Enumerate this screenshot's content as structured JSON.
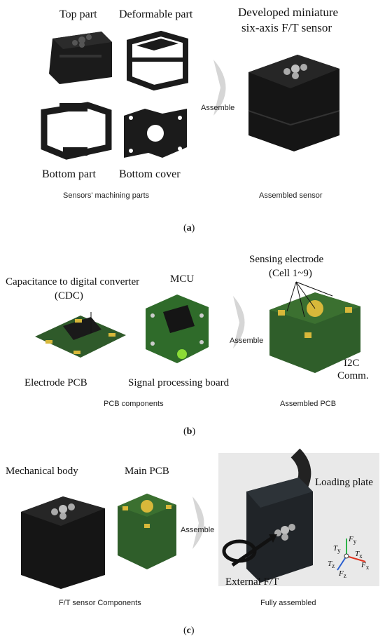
{
  "panel_a": {
    "labels": {
      "top_part": "Top part",
      "deformable_part": "Deformable part",
      "developed_title_line1": "Developed miniature",
      "developed_title_line2": "six-axis F/T sensor",
      "assemble": "Assemble",
      "bottom_part": "Bottom part",
      "bottom_cover": "Bottom cover",
      "machining_parts": "Sensors' machining parts",
      "assembled_sensor": "Assembled sensor"
    },
    "caption_open": "(",
    "caption_letter": "a",
    "caption_close": ")"
  },
  "panel_b": {
    "labels": {
      "cdc_line1": "Capacitance to digital converter",
      "cdc_line2": "(CDC)",
      "mcu": "MCU",
      "sensing_line1": "Sensing electrode",
      "sensing_line2": "(Cell 1~9)",
      "assemble": "Assemble",
      "electrode_pcb": "Electrode PCB",
      "signal_board": "Signal processing board",
      "i2c_line1": "I2C",
      "i2c_line2": "Comm.",
      "pcb_components": "PCB components",
      "assembled_pcb": "Assembled PCB"
    },
    "caption_open": "(",
    "caption_letter": "b",
    "caption_close": ")"
  },
  "panel_c": {
    "labels": {
      "mechanical_body": "Mechanical body",
      "main_pcb": "Main PCB",
      "loading_plate": "Loading plate",
      "assemble": "Assemble",
      "external_ft": "External F/T",
      "ft_components": "F/T sensor Components",
      "fully_assembled": "Fully assembled",
      "axis_fy": "F",
      "axis_fy_sub": "y",
      "axis_ty": "T",
      "axis_ty_sub": "y",
      "axis_tx": "T",
      "axis_tx_sub": "x",
      "axis_tz": "T",
      "axis_tz_sub": "z",
      "axis_fx": "F",
      "axis_fx_sub": "x",
      "axis_fz": "F",
      "axis_fz_sub": "z"
    },
    "caption_open": "(",
    "caption_letter": "c",
    "caption_close": ")"
  },
  "colors": {
    "black_part": "#1a1a1a",
    "pcb_green": "#2f6b2a",
    "pad_gold": "#d8b83a",
    "arrow_gray": "#b8b8b8",
    "axis_green": "#2db34a",
    "axis_red": "#e0321e",
    "axis_blue": "#2a5fd0"
  }
}
